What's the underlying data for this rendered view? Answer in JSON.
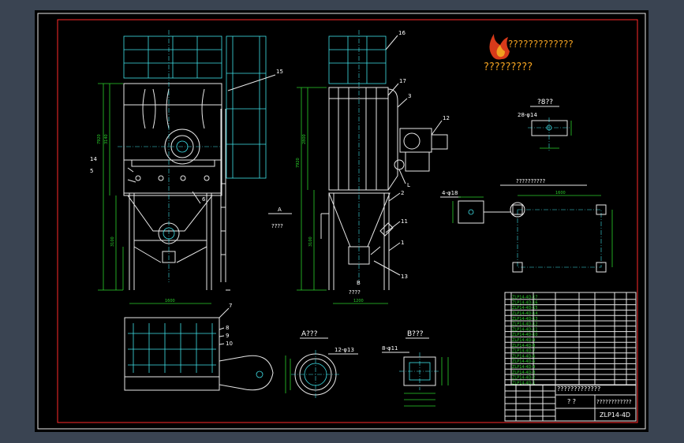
{
  "header": {
    "company_line": "?????????????",
    "drawing_title": "?????????"
  },
  "view_labels": {
    "view_a": "A???",
    "view_b": "B???",
    "arrow_a_letter": "A",
    "arrow_a_text": "????",
    "arrow_b_letter": "B",
    "arrow_b_text": "????",
    "hole_detail": "?8??",
    "hole_detail_spec": "28-φ14",
    "bolt_layout": "??????????",
    "anchor_spec": "4-φ18",
    "flange_a_spec": "12-φ13",
    "flange_b_spec": "8-φ11"
  },
  "part_callouts": [
    "16",
    "17",
    "3",
    "12",
    "2",
    "11",
    "1",
    "13",
    "15",
    "14",
    "5",
    "6",
    "L",
    "7",
    "8",
    "9",
    "10"
  ],
  "title_block": {
    "drawing_name": "?????????????",
    "subtitle": "????????????",
    "code": "ZLP14-4D",
    "mark": "? ?"
  },
  "bom_rows": [
    "ZLP14-4D-17",
    "ZLP14-4D-16",
    "ZLP14-4D-15",
    "ZLP14-4D-14",
    "ZLP14-4D-13",
    "ZLP14-4D-12",
    "ZLP14-4D-11",
    "ZLP14-4D-10",
    "ZLP14-4D-9",
    "ZLP14-4D-8",
    "ZLP14-4D-7",
    "ZLP14-4D-6",
    "ZLP14-4D-5",
    "ZLP14-4D-4",
    "ZLP14-4D-3",
    "ZLP14-4D-2",
    "ZLP14-4D-1"
  ],
  "colors": {
    "background": "#3a4452",
    "paper": "#000000",
    "frame": "#ff2a2a",
    "lines": "#e8e8e8",
    "dimensions": "#2bd12b",
    "centerlines": "#3fe0e8"
  }
}
